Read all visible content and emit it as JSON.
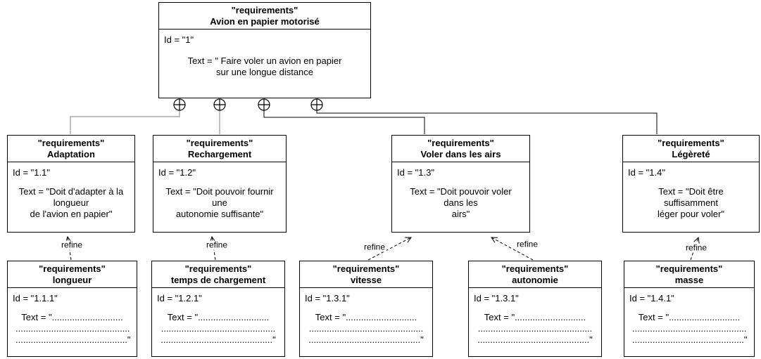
{
  "boxes": [
    {
      "stereotype": "\"requirements\"",
      "title": "Avion en papier motorisé",
      "id": "Id = \"1\"",
      "text": [
        "Text = \" Faire voler un avion en papier",
        "sur une longue distance"
      ]
    },
    {
      "stereotype": "\"requirements\"",
      "title": "Adaptation",
      "id": "Id = \"1.1\"",
      "text": [
        "Text = \"Doit d'adapter à la",
        "longueur",
        "de l'avion en papier\""
      ]
    },
    {
      "stereotype": "\"requirements\"",
      "title": "Rechargement",
      "id": "Id = \"1.2\"",
      "text": [
        "Text = \"Doit pouvoir fournir une",
        "autonomie suffisante\""
      ]
    },
    {
      "stereotype": "\"requirements\"",
      "title": "Voler dans les airs",
      "id": "Id = \"1.3\"",
      "text": [
        "Text = \"Doit pouvoir voler dans les",
        "airs\""
      ]
    },
    {
      "stereotype": "\"requirements\"",
      "title": "Légèreté",
      "id": "Id = \"1.4\"",
      "text": [
        "Text = \"Doit être suffisamment",
        "léger pour voler\""
      ]
    },
    {
      "stereotype": "\"requirements\"",
      "title": "longueur",
      "id": "Id = \"1.1.1\"",
      "text": [
        "Text = \"............................",
        ".............................................",
        "............................................\""
      ]
    },
    {
      "stereotype": "\"requirements\"",
      "title": "temps de chargement",
      "id": "Id = \"1.2.1\"",
      "text": [
        "Text = \"............................",
        ".............................................",
        "............................................\""
      ]
    },
    {
      "stereotype": "\"requirements\"",
      "title": "vitesse",
      "id": "Id = \"1.3.1\"",
      "text": [
        "Text = \"............................",
        ".............................................",
        "............................................\""
      ]
    },
    {
      "stereotype": "\"requirements\"",
      "title": "autonomie",
      "id": "Id = \"1.3.1\"",
      "text": [
        "Text = \"............................",
        ".............................................",
        "............................................\""
      ]
    },
    {
      "stereotype": "\"requirements\"",
      "title": "masse",
      "id": "Id = \"1.4.1\"",
      "text": [
        "Text = \"............................",
        ".............................................",
        "............................................\""
      ]
    }
  ],
  "refines": [
    {
      "label": "refine"
    },
    {
      "label": "refine"
    },
    {
      "label": "refine"
    },
    {
      "label": "refine"
    },
    {
      "label": "refine"
    }
  ],
  "colors": {
    "line": "#000000",
    "tree_line_gray": "#808080",
    "box_border": "#000000",
    "background": "#ffffff"
  }
}
